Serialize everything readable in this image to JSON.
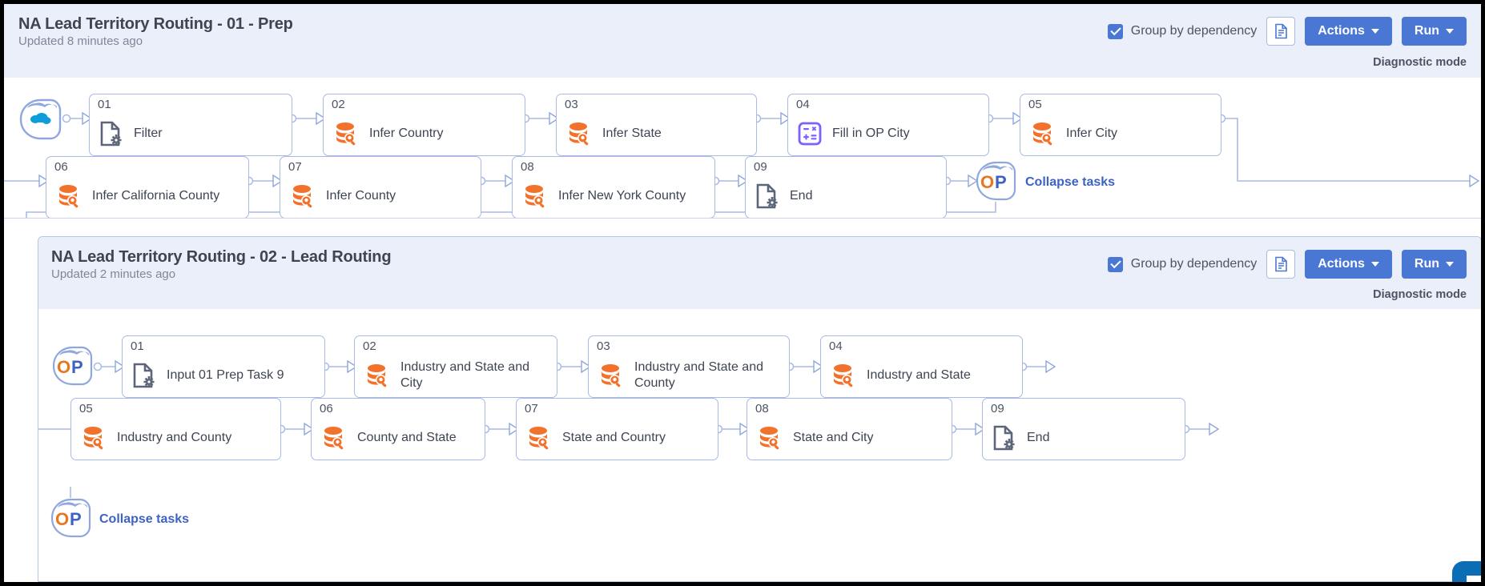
{
  "theme": {
    "accent": "#4a77d4",
    "header_bg": "#eaeffa",
    "card_border": "#a9bbe4",
    "link": "#3d62c4",
    "icon_orange": "#f2722b",
    "icon_purple": "#7b61ff",
    "icon_slate": "#5c6579"
  },
  "sections": [
    {
      "title": "NA Lead Territory Routing - 01 - Prep",
      "subtitle": "Updated 8 minutes ago",
      "controls": {
        "checkbox_label": "Group by dependency",
        "checkbox_checked": true,
        "doc_icon": "document-icon",
        "actions_label": "Actions",
        "run_label": "Run",
        "diagnostic_label": "Diagnostic mode"
      },
      "start_badge": "salesforce-cloud-icon",
      "end_badge": "op-badge-icon",
      "collapse_label": "Collapse tasks",
      "tasks": [
        {
          "num": "01",
          "label": "Filter",
          "icon": "file-settings-icon"
        },
        {
          "num": "02",
          "label": "Infer Country",
          "icon": "database-search-icon"
        },
        {
          "num": "03",
          "label": "Infer State",
          "icon": "database-search-icon"
        },
        {
          "num": "04",
          "label": "Fill in OP City",
          "icon": "calculator-icon"
        },
        {
          "num": "05",
          "label": "Infer City",
          "icon": "database-search-icon"
        },
        {
          "num": "06",
          "label": "Infer California County",
          "icon": "database-search-icon"
        },
        {
          "num": "07",
          "label": "Infer County",
          "icon": "database-search-icon"
        },
        {
          "num": "08",
          "label": "Infer New York County",
          "icon": "database-search-icon"
        },
        {
          "num": "09",
          "label": "End",
          "icon": "file-settings-icon"
        }
      ]
    },
    {
      "title": "NA Lead Territory Routing - 02 - Lead Routing",
      "subtitle": "Updated 2 minutes ago",
      "controls": {
        "checkbox_label": "Group by dependency",
        "checkbox_checked": true,
        "doc_icon": "document-icon",
        "actions_label": "Actions",
        "run_label": "Run",
        "diagnostic_label": "Diagnostic mode"
      },
      "start_badge": "op-badge-icon",
      "collapse_label": "Collapse tasks",
      "tasks": [
        {
          "num": "01",
          "label": "Input 01 Prep Task 9",
          "icon": "file-settings-icon"
        },
        {
          "num": "02",
          "label": "Industry and State and City",
          "icon": "database-search-icon"
        },
        {
          "num": "03",
          "label": "Industry and State and County",
          "icon": "database-search-icon"
        },
        {
          "num": "04",
          "label": "Industry and State",
          "icon": "database-search-icon"
        },
        {
          "num": "05",
          "label": "Industry and County",
          "icon": "database-search-icon"
        },
        {
          "num": "06",
          "label": "County and State",
          "icon": "database-search-icon"
        },
        {
          "num": "07",
          "label": "State and Country",
          "icon": "database-search-icon"
        },
        {
          "num": "08",
          "label": "State and City",
          "icon": "database-search-icon"
        },
        {
          "num": "09",
          "label": "End",
          "icon": "file-settings-icon"
        }
      ]
    }
  ]
}
